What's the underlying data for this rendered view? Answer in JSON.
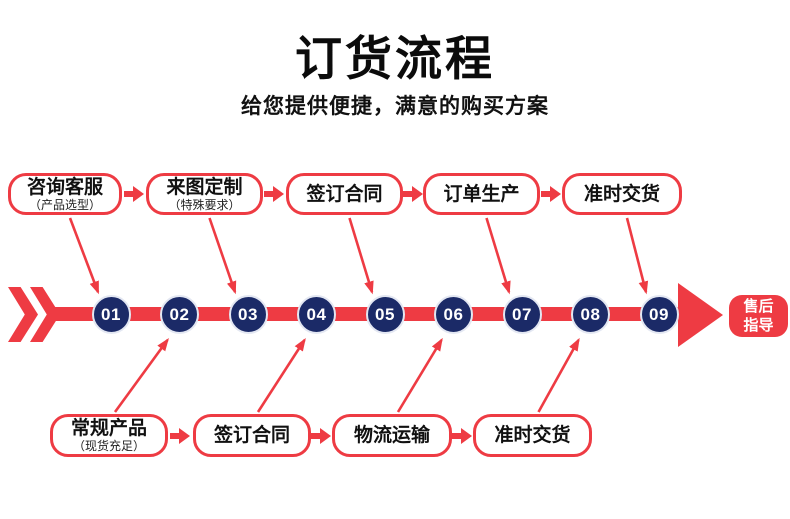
{
  "title": "订货流程",
  "subtitle": "给您提供便捷，满意的购买方案",
  "colors": {
    "red": "#ee3b43",
    "navy": "#1b2a67",
    "text": "#0b0b0b",
    "box_fill": "#ffffff"
  },
  "top_row": [
    {
      "label": "咨询客服",
      "note": "（产品选型）"
    },
    {
      "label": "来图定制",
      "note": "（特殊要求）"
    },
    {
      "label": "签订合同",
      "note": ""
    },
    {
      "label": "订单生产",
      "note": ""
    },
    {
      "label": "准时交货",
      "note": ""
    }
  ],
  "bottom_row": [
    {
      "label": "常规产品",
      "note": "（现货充足）"
    },
    {
      "label": "签订合同",
      "note": ""
    },
    {
      "label": "物流运输",
      "note": ""
    },
    {
      "label": "准时交货",
      "note": ""
    }
  ],
  "timeline": {
    "steps": [
      "01",
      "02",
      "03",
      "04",
      "05",
      "06",
      "07",
      "08",
      "09"
    ],
    "end_badge": {
      "line1": "售后",
      "line2": "指导"
    }
  }
}
